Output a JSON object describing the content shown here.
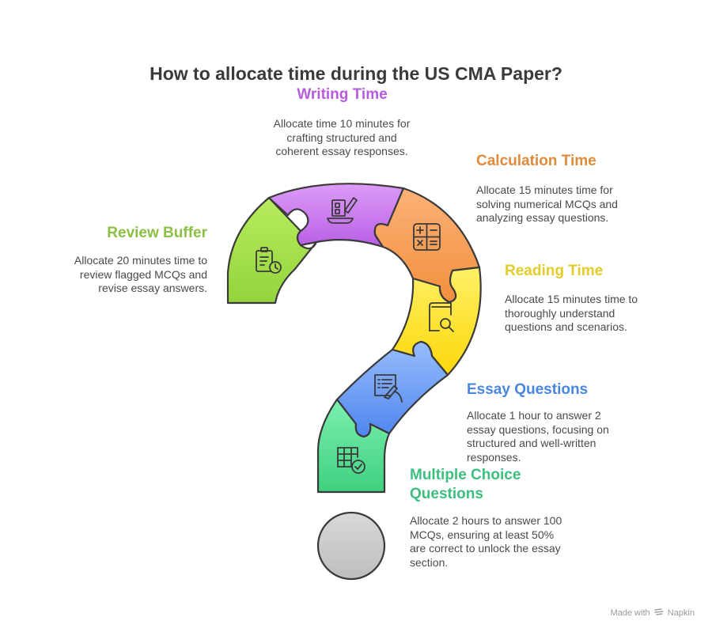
{
  "title": "How to allocate time during the US CMA Paper?",
  "sections": {
    "writing": {
      "label": "Writing Time",
      "color": "#b65be0",
      "lines": [
        "Allocate time 10 minutes for",
        "crafting structured and",
        "coherent essay responses."
      ],
      "icon": "laptop-pencil-icon"
    },
    "calculation": {
      "label": "Calculation Time",
      "color": "#e08a3c",
      "lines": [
        "Allocate 15 minutes time for",
        "solving numerical MCQs and",
        "analyzing essay questions."
      ],
      "icon": "calculator-icon"
    },
    "review": {
      "label": "Review Buffer",
      "color": "#8cc043",
      "lines": [
        "Allocate 20 minutes time to",
        "review flagged MCQs and",
        "revise essay answers."
      ],
      "icon": "clipboard-clock-icon"
    },
    "reading": {
      "label": "Reading Time",
      "color": "#e3cc2a",
      "lines": [
        "Allocate 15 minutes time to",
        "thoroughly understand",
        "questions and scenarios."
      ],
      "icon": "book-search-icon"
    },
    "essay": {
      "label": "Essay Questions",
      "color": "#4a86dc",
      "lines": [
        "Allocate 1 hour to answer 2",
        "essay questions, focusing on",
        "structured and well-written",
        "responses."
      ],
      "icon": "document-hand-pen-icon"
    },
    "mcq": {
      "label_lines": [
        "Multiple Choice",
        "Questions"
      ],
      "color": "#3cbf7e",
      "lines": [
        "Allocate 2 hours to answer 100",
        "MCQs, ensuring at least 50%",
        "are correct to unlock the essay",
        "section."
      ],
      "icon": "grid-check-icon"
    }
  },
  "colors": {
    "review_fill": "#a6e04c",
    "writing_fill": "#c77aef",
    "calculation_fill": "#f7a158",
    "reading_fill": "#fde13a",
    "essay_fill": "#6f9ff5",
    "mcq_fill": "#5fe29a",
    "dot_fill": "#cfcfcf",
    "outline": "#3a3a3a"
  },
  "footer": {
    "prefix": "Made with",
    "brand": "Napkin"
  }
}
